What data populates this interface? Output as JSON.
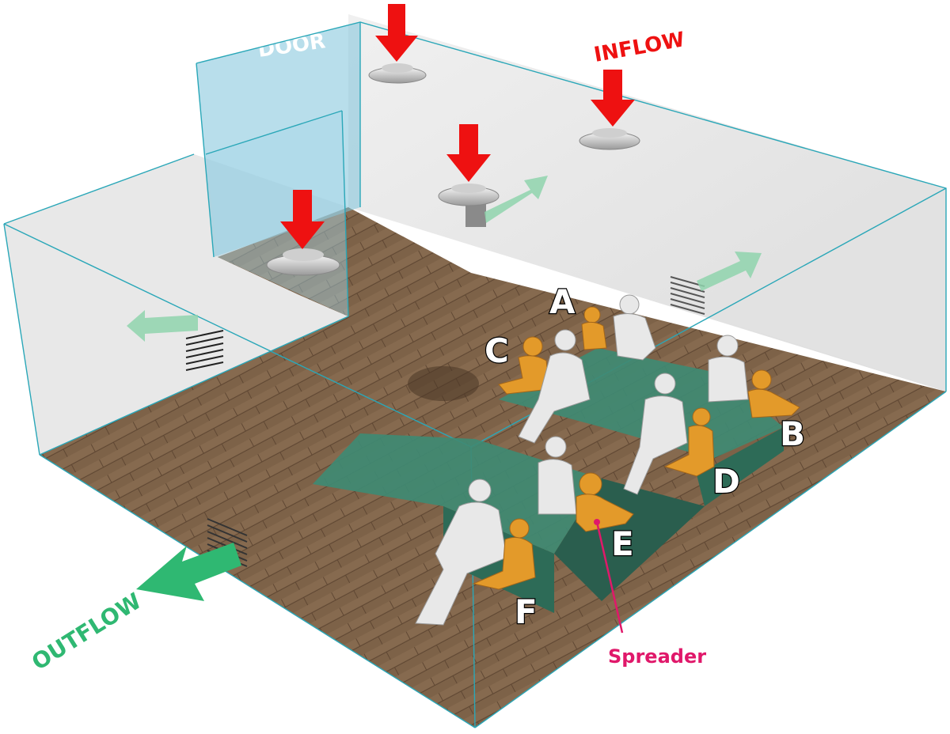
{
  "labels": {
    "door": "DOOR",
    "inflow": "INFLOW",
    "outflow": "OUTFLOW",
    "spreader": "Spreader"
  },
  "seats": [
    {
      "id": "A"
    },
    {
      "id": "B"
    },
    {
      "id": "C"
    },
    {
      "id": "D"
    },
    {
      "id": "E",
      "is_spreader": true
    },
    {
      "id": "F"
    }
  ],
  "colors": {
    "inflow_arrow": "#ee1111",
    "outflow_arrow": "#2fb872",
    "circulation_arrow": "#8fd4ad",
    "door_panel": "#7ec3db",
    "spreader_accent": "#e0186a",
    "floor": "#7d6248",
    "bench": "#3f8a73",
    "adult_figure": "#e8e8e8",
    "child_figure": "#e39a2a",
    "room_edge": "#2aa7b8"
  }
}
